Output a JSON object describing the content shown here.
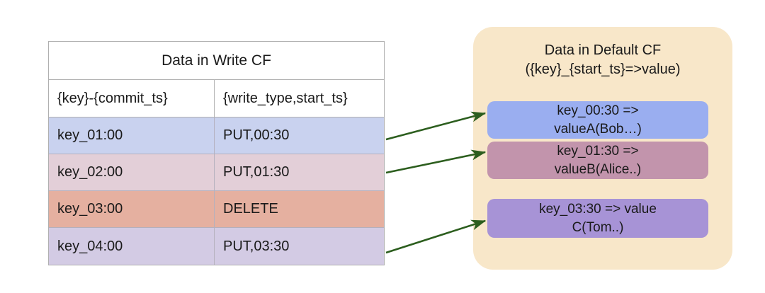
{
  "diagram": {
    "title_left": "Data in Write CF",
    "write_cf_table": {
      "title": "Data in Write CF",
      "columns": [
        "{key}-{commit_ts}",
        "{write_type,start_ts}"
      ],
      "rows": [
        {
          "key": "key_01:00",
          "value": "PUT,00:30",
          "row_color": "#c9d2ef"
        },
        {
          "key": "key_02:00",
          "value": "PUT,01:30",
          "row_color": "#e3cfd8"
        },
        {
          "key": "key_03:00",
          "value": "DELETE",
          "row_color": "#e5b0a0"
        },
        {
          "key": "key_04:00",
          "value": "PUT,03:30",
          "row_color": "#d3cbe4"
        }
      ]
    },
    "default_cf_panel": {
      "title_line1": "Data in Default CF",
      "title_line2": "({key}_{start_ts}=>value)",
      "panel_color": "#f8e7c9",
      "entries": [
        {
          "line1": "key_00:30 =>",
          "line2": "valueA(Bob…)",
          "box_color": "#9aaef0"
        },
        {
          "line1": "key_01:30 =>",
          "line2": "valueB(Alice..)",
          "box_color": "#c294ac"
        },
        {
          "line1": "key_03:30 => value",
          "line2": "C(Tom..)",
          "box_color": "#a793d6"
        }
      ]
    },
    "arrows": {
      "color": "#2c5e1e",
      "count": 3,
      "links": [
        {
          "from_row": "key_01:00",
          "to_entry": "key_00:30 => valueA(Bob…)"
        },
        {
          "from_row": "key_02:00",
          "to_entry": "key_01:30 => valueB(Alice..)"
        },
        {
          "from_row": "key_04:00",
          "to_entry": "key_03:30 => value C(Tom..)"
        }
      ]
    }
  }
}
